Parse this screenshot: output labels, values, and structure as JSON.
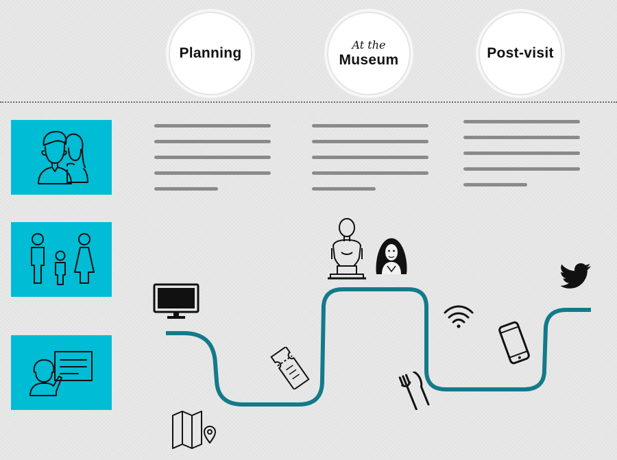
{
  "stages": [
    {
      "label": "Planning"
    },
    {
      "pre": "At the",
      "label": "Museum"
    },
    {
      "label": "Post-visit"
    }
  ],
  "personas": [
    {
      "icon": "couple-icon"
    },
    {
      "icon": "family-icon"
    },
    {
      "icon": "teacher-icon"
    }
  ],
  "colors": {
    "accent": "#00bcd4",
    "path": "#137a8a",
    "placeholder": "#8a8a8a"
  },
  "journey_icons": [
    "monitor-icon",
    "map-icon",
    "ticket-icon",
    "statue-icon",
    "mona-lisa-icon",
    "wifi-icon",
    "cutlery-icon",
    "smartphone-icon",
    "twitter-icon"
  ]
}
